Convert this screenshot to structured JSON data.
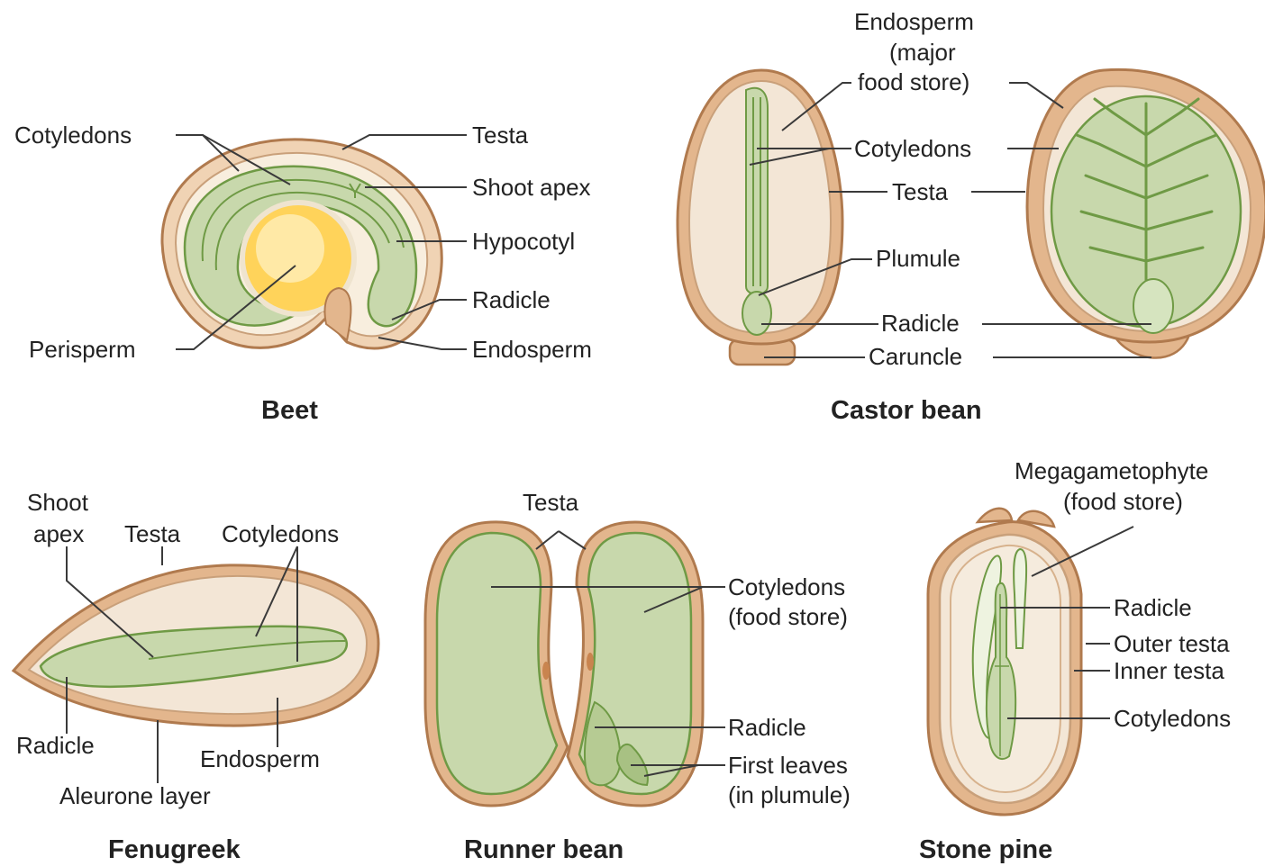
{
  "colors": {
    "testa_outer": "#d9a77a",
    "testa_stroke": "#b07a4e",
    "endosperm": "#f3e6d6",
    "embryo": "#c8d8ac",
    "embryo_stroke": "#6f9a45",
    "perisperm": "#ffd35a",
    "line": "#3a3a3a",
    "text": "#222222"
  },
  "beet": {
    "title": "Beet",
    "labels": {
      "cotyledons": "Cotyledons",
      "testa": "Testa",
      "shoot_apex": "Shoot apex",
      "hypocotyl": "Hypocotyl",
      "radicle": "Radicle",
      "perisperm": "Perisperm",
      "endosperm": "Endosperm"
    }
  },
  "castor": {
    "title": "Castor bean",
    "labels": {
      "endosperm_1": "Endosperm",
      "endosperm_2": "(major",
      "endosperm_3": "food store)",
      "cotyledons": "Cotyledons",
      "testa": "Testa",
      "plumule": "Plumule",
      "radicle": "Radicle",
      "caruncle": "Caruncle"
    }
  },
  "fenugreek": {
    "title": "Fenugreek",
    "labels": {
      "shoot_1": "Shoot",
      "shoot_2": "apex",
      "testa": "Testa",
      "cotyledons": "Cotyledons",
      "radicle": "Radicle",
      "endosperm": "Endosperm",
      "aleurone": "Aleurone layer"
    }
  },
  "runner": {
    "title": "Runner bean",
    "labels": {
      "testa": "Testa",
      "cotyledons_1": "Cotyledons",
      "cotyledons_2": "(food store)",
      "radicle": "Radicle",
      "leaves_1": "First leaves",
      "leaves_2": "(in plumule)"
    }
  },
  "pine": {
    "title": "Stone pine",
    "labels": {
      "mega_1": "Megagametophyte",
      "mega_2": "(food store)",
      "radicle": "Radicle",
      "outer_testa": "Outer testa",
      "inner_testa": "Inner testa",
      "cotyledons": "Cotyledons"
    }
  }
}
